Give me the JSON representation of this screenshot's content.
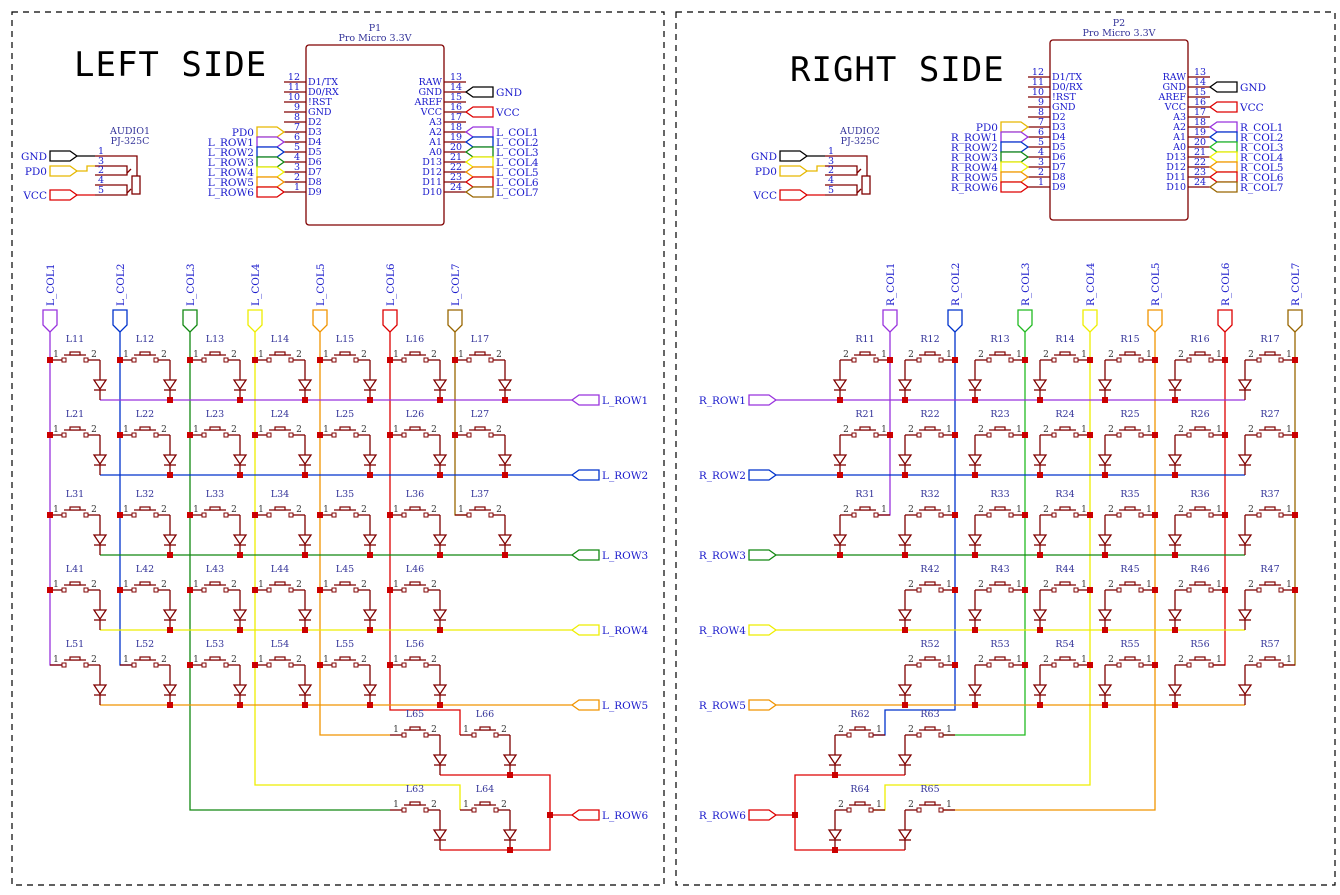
{
  "colors": {
    "part": "#800000",
    "junction": "#cc0000",
    "label_text": "#1a1acc",
    "ref_text": "#333399",
    "nets": {
      "COL1": "#9933dd",
      "COL2": "#0033cc",
      "COL3": "#118811",
      "COL4": "#eeee00",
      "COL5": "#f09400",
      "COL6": "#dd0000",
      "COL7": "#996600",
      "ROW1": "#9933dd",
      "ROW2": "#0033cc",
      "ROW3": "#118811",
      "ROW4": "#eeee00",
      "ROW5": "#f09400",
      "ROW6": "#dd0000",
      "GND": "#000000",
      "VCC": "#dd0000",
      "PD0": "#e6b800",
      "R_COL3": "#22bb22"
    }
  },
  "left": {
    "title": "LEFT SIDE",
    "audio": {
      "ref": "AUDIO1",
      "value": "PJ-325C",
      "pins": [
        "1",
        "3",
        "2",
        "4",
        "5"
      ],
      "nets": [
        "GND",
        "PD0",
        "VCC"
      ]
    },
    "mcu": {
      "ref": "P1",
      "value": "Pro Micro 3.3V",
      "left_pins": [
        {
          "num": "12",
          "name": "D1/TX"
        },
        {
          "num": "11",
          "name": "D0/RX"
        },
        {
          "num": "10",
          "name": "!RST"
        },
        {
          "num": "9",
          "name": "GND"
        },
        {
          "num": "8",
          "name": "D2"
        },
        {
          "num": "7",
          "name": "D3",
          "net": "PD0"
        },
        {
          "num": "6",
          "name": "D4",
          "net": "L_ROW1"
        },
        {
          "num": "5",
          "name": "D5",
          "net": "L_ROW2"
        },
        {
          "num": "4",
          "name": "D6",
          "net": "L_ROW3"
        },
        {
          "num": "3",
          "name": "D7",
          "net": "L_ROW4"
        },
        {
          "num": "2",
          "name": "D8",
          "net": "L_ROW5"
        },
        {
          "num": "1",
          "name": "D9",
          "net": "L_ROW6"
        }
      ],
      "right_pins": [
        {
          "num": "13",
          "name": "RAW"
        },
        {
          "num": "14",
          "name": "GND",
          "net": "GND"
        },
        {
          "num": "15",
          "name": "AREF"
        },
        {
          "num": "16",
          "name": "VCC",
          "net": "VCC"
        },
        {
          "num": "17",
          "name": "A3"
        },
        {
          "num": "18",
          "name": "A2",
          "net": "L_COL1"
        },
        {
          "num": "19",
          "name": "A1",
          "net": "L_COL2"
        },
        {
          "num": "20",
          "name": "A0",
          "net": "L_COL3"
        },
        {
          "num": "21",
          "name": "D13",
          "net": "L_COL4"
        },
        {
          "num": "22",
          "name": "D12",
          "net": "L_COL5"
        },
        {
          "num": "23",
          "name": "D11",
          "net": "L_COL6"
        },
        {
          "num": "24",
          "name": "D10",
          "net": "L_COL7"
        }
      ]
    },
    "columns": [
      "L_COL1",
      "L_COL2",
      "L_COL3",
      "L_COL4",
      "L_COL5",
      "L_COL6",
      "L_COL7"
    ],
    "rows": [
      "L_ROW1",
      "L_ROW2",
      "L_ROW3",
      "L_ROW4",
      "L_ROW5",
      "L_ROW6"
    ],
    "matrix": [
      [
        "L11",
        "L12",
        "L13",
        "L14",
        "L15",
        "L16",
        "L17"
      ],
      [
        "L21",
        "L22",
        "L23",
        "L24",
        "L25",
        "L26",
        "L27"
      ],
      [
        "L31",
        "L32",
        "L33",
        "L34",
        "L35",
        "L36",
        "L37"
      ],
      [
        "L41",
        "L42",
        "L43",
        "L44",
        "L45",
        "L46"
      ],
      [
        "L51",
        "L52",
        "L53",
        "L54",
        "L55",
        "L56"
      ]
    ],
    "thumb": [
      {
        "ref": "L65",
        "col": "L_COL5"
      },
      {
        "ref": "L66",
        "col": "L_COL6"
      },
      {
        "ref": "L63",
        "col": "L_COL3"
      },
      {
        "ref": "L64",
        "col": "L_COL4"
      }
    ]
  },
  "right": {
    "title": "RIGHT SIDE",
    "audio": {
      "ref": "AUDIO2",
      "value": "PJ-325C",
      "pins": [
        "1",
        "3",
        "2",
        "4",
        "5"
      ],
      "nets": [
        "GND",
        "PD0",
        "VCC"
      ]
    },
    "mcu": {
      "ref": "P2",
      "value": "Pro Micro 3.3V",
      "left_pins": [
        {
          "num": "12",
          "name": "D1/TX"
        },
        {
          "num": "11",
          "name": "D0/RX"
        },
        {
          "num": "10",
          "name": "!RST"
        },
        {
          "num": "9",
          "name": "GND"
        },
        {
          "num": "8",
          "name": "D2"
        },
        {
          "num": "7",
          "name": "D3",
          "net": "PD0"
        },
        {
          "num": "6",
          "name": "D4",
          "net": "R_ROW1"
        },
        {
          "num": "5",
          "name": "D5",
          "net": "R_ROW2"
        },
        {
          "num": "4",
          "name": "D6",
          "net": "R_ROW3"
        },
        {
          "num": "3",
          "name": "D7",
          "net": "R_ROW4"
        },
        {
          "num": "2",
          "name": "D8",
          "net": "R_ROW5"
        },
        {
          "num": "1",
          "name": "D9",
          "net": "R_ROW6"
        }
      ],
      "right_pins": [
        {
          "num": "13",
          "name": "RAW"
        },
        {
          "num": "14",
          "name": "GND",
          "net": "GND"
        },
        {
          "num": "15",
          "name": "AREF"
        },
        {
          "num": "16",
          "name": "VCC",
          "net": "VCC"
        },
        {
          "num": "17",
          "name": "A3"
        },
        {
          "num": "18",
          "name": "A2",
          "net": "R_COL1"
        },
        {
          "num": "19",
          "name": "A1",
          "net": "R_COL2"
        },
        {
          "num": "20",
          "name": "A0",
          "net": "R_COL3"
        },
        {
          "num": "21",
          "name": "D13",
          "net": "R_COL4"
        },
        {
          "num": "22",
          "name": "D12",
          "net": "R_COL5"
        },
        {
          "num": "23",
          "name": "D11",
          "net": "R_COL6"
        },
        {
          "num": "24",
          "name": "D10",
          "net": "R_COL7"
        }
      ]
    },
    "columns": [
      "R_COL1",
      "R_COL2",
      "R_COL3",
      "R_COL4",
      "R_COL5",
      "R_COL6",
      "R_COL7"
    ],
    "rows": [
      "R_ROW1",
      "R_ROW2",
      "R_ROW3",
      "R_ROW4",
      "R_ROW5",
      "R_ROW6"
    ],
    "matrix": [
      [
        "R11",
        "R12",
        "R13",
        "R14",
        "R15",
        "R16",
        "R17"
      ],
      [
        "R21",
        "R22",
        "R23",
        "R24",
        "R25",
        "R26",
        "R27"
      ],
      [
        "R31",
        "R32",
        "R33",
        "R34",
        "R35",
        "R36",
        "R37"
      ],
      [
        null,
        "R42",
        "R43",
        "R44",
        "R45",
        "R46",
        "R47"
      ],
      [
        null,
        "R52",
        "R53",
        "R54",
        "R55",
        "R56",
        "R57"
      ]
    ],
    "thumb": [
      {
        "ref": "R62",
        "col": "R_COL2"
      },
      {
        "ref": "R63",
        "col": "R_COL3"
      },
      {
        "ref": "R64",
        "col": "R_COL4"
      },
      {
        "ref": "R65",
        "col": "R_COL5"
      }
    ]
  }
}
